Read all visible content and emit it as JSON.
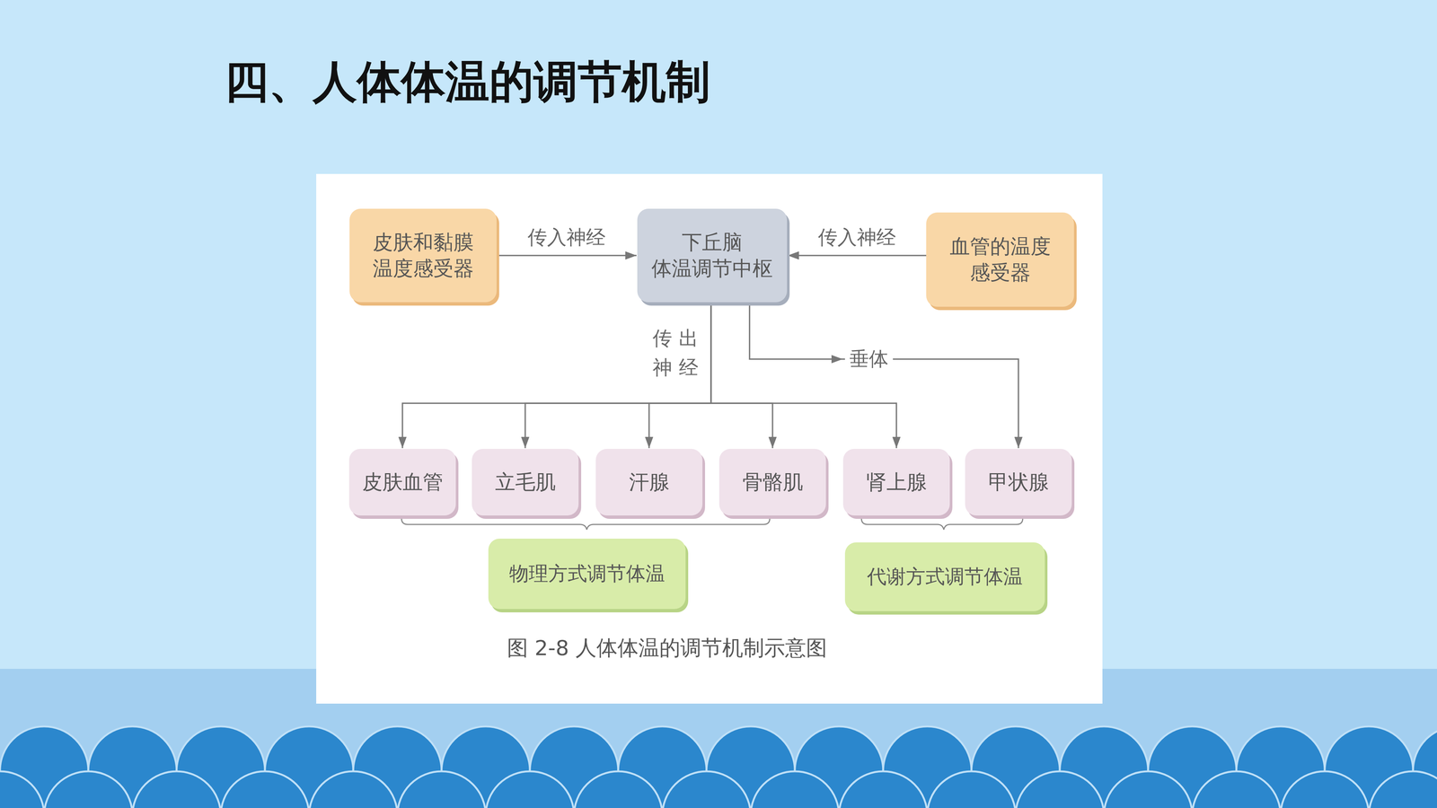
{
  "diagram": {
    "title": "四、人体体温的调节机制",
    "caption": "图 2-8 人体体温的调节机制示意图",
    "nodes": [
      {
        "text": [
          "皮肤和黏膜 温度感受器"
        ]
      },
      {
        "text": [
          "下丘脑 体温调节中枢"
        ]
      },
      {
        "text": [
          "血管的温度 感受器"
        ]
      },
      {
        "text": [
          "皮肤血管"
        ]
      },
      {
        "text": [
          "立毛肌"
        ]
      },
      {
        "text": [
          "汗腺"
        ]
      },
      {
        "text": [
          "骨骼肌"
        ]
      },
      {
        "text": [
          "肾上腺"
        ]
      },
      {
        "text": [
          "甲状腺"
        ]
      },
      {
        "text": [
          "物理方式调节体温"
        ]
      },
      {
        "text": [
          "代谢方式调节体温"
        ]
      }
    ],
    "edges": [
      {
        "from": 0,
        "to": 1,
        "label": "传入神经",
        "arrow": "to"
      },
      {
        "from": 2,
        "to": 1,
        "label": "传入神经",
        "arrow": "to"
      },
      {
        "from": 1,
        "to": 3,
        "label": "传出 神经",
        "arrow": "to"
      },
      {
        "from": 1,
        "to": 4,
        "arrow": "to"
      },
      {
        "from": 1,
        "to": 5,
        "arrow": "to"
      },
      {
        "from": 1,
        "to": 6,
        "arrow": "to"
      },
      {
        "from": 1,
        "to": 7,
        "arrow": "to"
      },
      {
        "from": 1,
        "to": 8,
        "label": "垂体",
        "arrow": "to"
      }
    ]
  }
}
